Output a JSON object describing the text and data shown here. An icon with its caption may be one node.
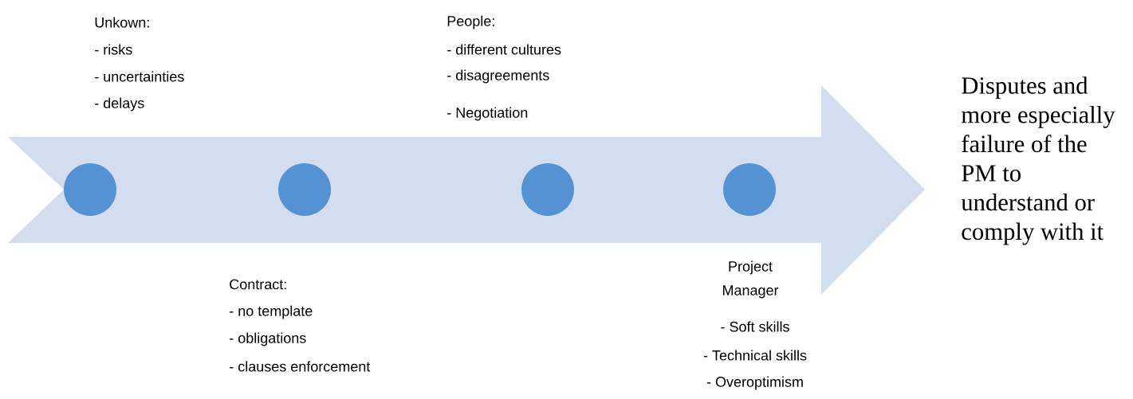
{
  "diagram": {
    "nodes": [
      {
        "text": [],
        "shape": "arrow"
      },
      {
        "text": [],
        "shape": "circle",
        "in": 0
      },
      {
        "text": [],
        "shape": "circle",
        "in": 0
      },
      {
        "text": [],
        "shape": "circle",
        "in": 0
      },
      {
        "text": [],
        "shape": "circle",
        "in": 0
      }
    ],
    "labels": [
      "Unkown:",
      "- risks",
      "- uncertainties",
      "- delays",
      "People:",
      "- different cultures",
      "- disagreements",
      "- Negotiation",
      "Disputes and more especially failure of the PM to understand or comply with it",
      "Contract:",
      "- no template",
      "- obligations",
      "- clauses enforcement",
      "Project Manager",
      "- Soft skills",
      "- Technical skills",
      "- Overoptimism"
    ]
  }
}
